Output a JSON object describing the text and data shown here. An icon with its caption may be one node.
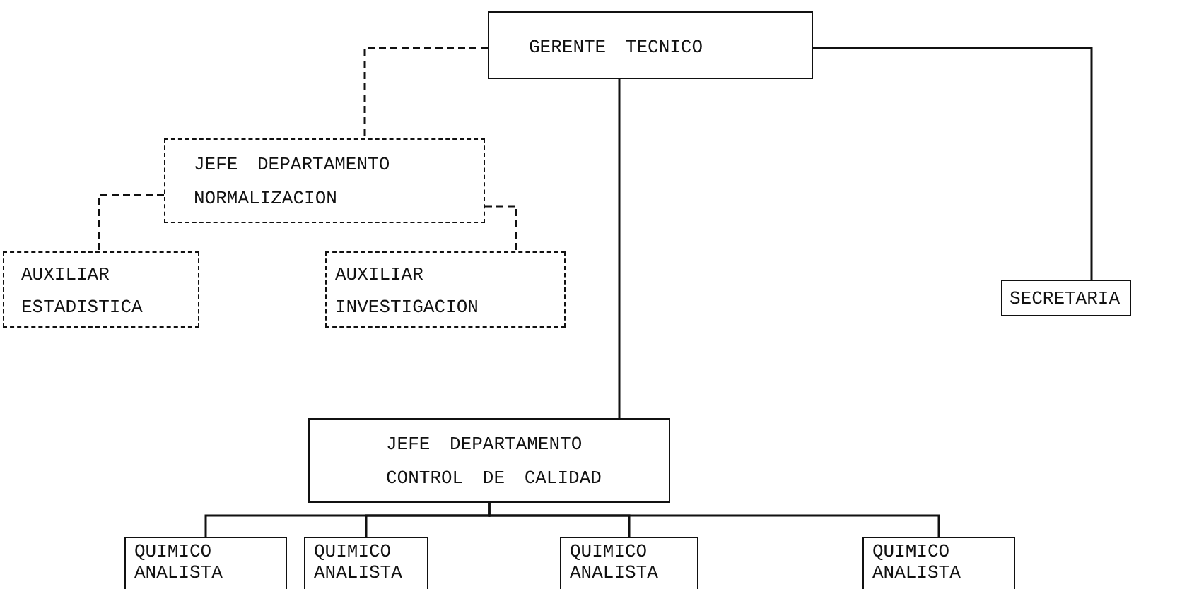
{
  "diagram": {
    "nodes": [
      {
        "text": [
          "GERENTE TECNICO"
        ]
      },
      {
        "text": [
          "JEFE DEPARTAMENTO NORMALIZACION"
        ]
      },
      {
        "text": [
          "AUXILIAR ESTADISTICA"
        ]
      },
      {
        "text": [
          "AUXILIAR INVESTIGACION"
        ]
      },
      {
        "text": [
          "SECRETARIA"
        ]
      },
      {
        "text": [
          "JEFE DEPARTAMENTO CONTROL DE CALIDAD"
        ]
      },
      {
        "text": [
          "QUIMICO ANALISTA"
        ]
      },
      {
        "text": [
          "QUIMICO ANALISTA"
        ]
      },
      {
        "text": [
          "QUIMICO ANALISTA"
        ]
      },
      {
        "text": [
          "QUIMICO ANALISTA"
        ]
      }
    ],
    "edges": [
      {
        "from": 0,
        "to": 1,
        "arrow": "none",
        "style": "dashed"
      },
      {
        "from": 1,
        "to": 2,
        "arrow": "none",
        "style": "dashed"
      },
      {
        "from": 1,
        "to": 3,
        "arrow": "none",
        "style": "dashed"
      },
      {
        "from": 0,
        "to": 4,
        "arrow": "none"
      },
      {
        "from": 0,
        "to": 5,
        "arrow": "none"
      },
      {
        "from": 5,
        "to": 6,
        "arrow": "none"
      },
      {
        "from": 5,
        "to": 7,
        "arrow": "none"
      },
      {
        "from": 5,
        "to": 8,
        "arrow": "none"
      },
      {
        "from": 5,
        "to": 9,
        "arrow": "none"
      }
    ]
  }
}
